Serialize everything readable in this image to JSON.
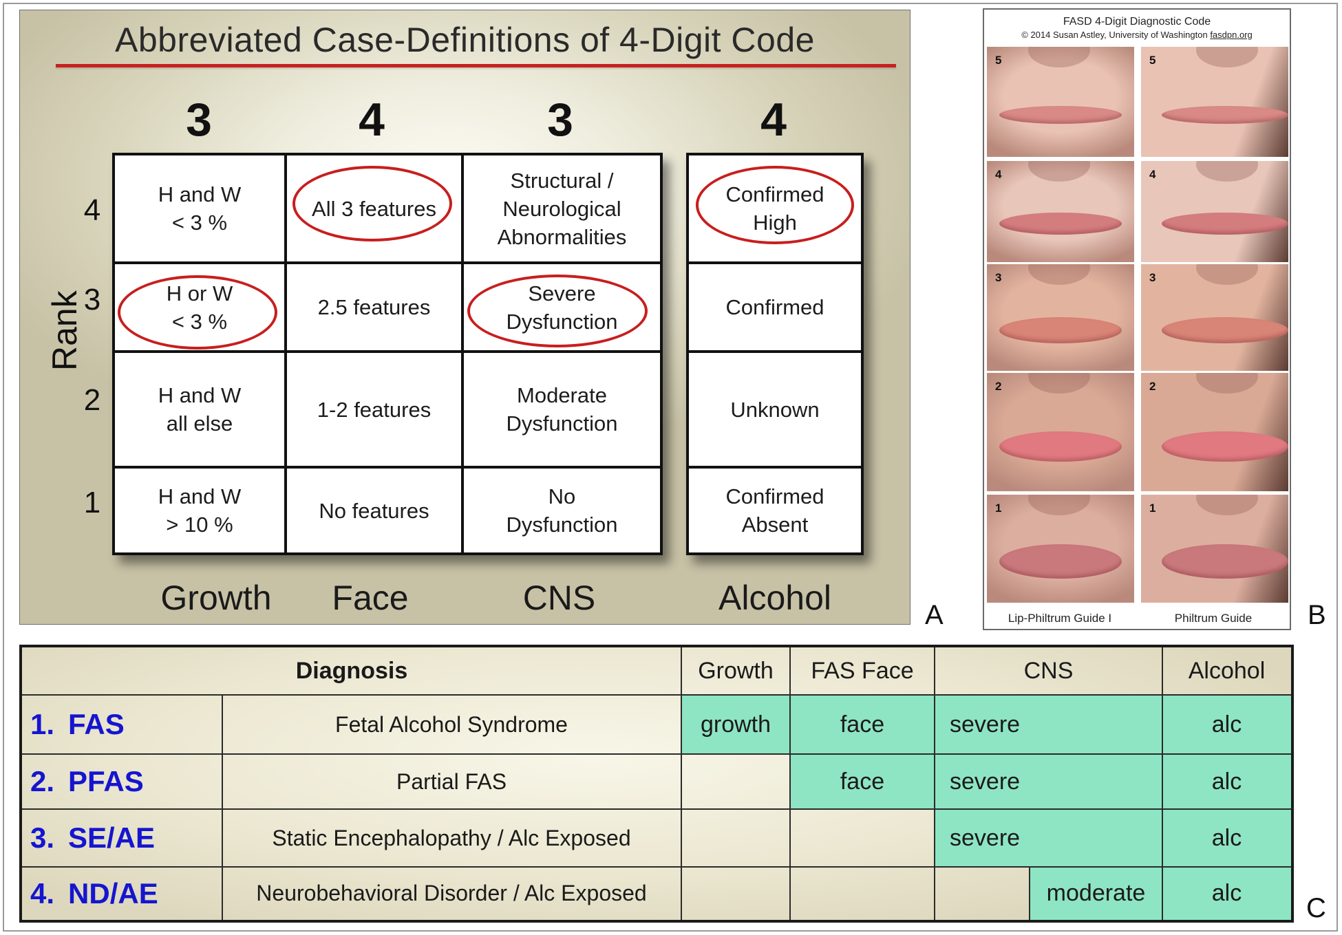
{
  "panelA": {
    "title": "Abbreviated Case-Definitions of 4-Digit Code",
    "digits": [
      "3",
      "4",
      "3",
      "4"
    ],
    "rank_label": "Rank",
    "ranks": [
      "4",
      "3",
      "2",
      "1"
    ],
    "columns": [
      "Growth",
      "Face",
      "CNS",
      "Alcohol"
    ],
    "grid": {
      "growth": [
        "H and W\n< 3 %",
        "H or W\n< 3 %",
        "H and W\nall else",
        "H and W\n> 10 %"
      ],
      "face": [
        "All 3 features",
        "2.5 features",
        "1-2 features",
        "No features"
      ],
      "cns": [
        "Structural /\nNeurological\nAbnormalities",
        "Severe\nDysfunction",
        "Moderate\nDysfunction",
        "No\nDysfunction"
      ],
      "alcohol": [
        "Confirmed\nHigh",
        "Confirmed",
        "Unknown",
        "Confirmed\nAbsent"
      ]
    },
    "letter": "A"
  },
  "panelB": {
    "title": "FASD 4-Digit Diagnostic Code",
    "subtitle_prefix": "© 2014 Susan Astley, University of Washington ",
    "subtitle_link": "fasdpn.org",
    "ranks": [
      "5",
      "4",
      "3",
      "2",
      "1"
    ],
    "caption_left": "Lip-Philtrum Guide  I",
    "caption_right": "Philtrum Guide",
    "letter": "B"
  },
  "panelC": {
    "headers": [
      "Diagnosis",
      "Growth",
      "FAS Face",
      "CNS",
      "Alcohol"
    ],
    "rows": [
      {
        "num": "1.",
        "abbr": "FAS",
        "name": "Fetal Alcohol Syndrome",
        "growth": "growth",
        "face": "face",
        "cns": "severe",
        "alcohol": "alc"
      },
      {
        "num": "2.",
        "abbr": "PFAS",
        "name": "Partial FAS",
        "growth": "",
        "face": "face",
        "cns": "severe",
        "alcohol": "alc"
      },
      {
        "num": "3.",
        "abbr": "SE/AE",
        "name": "Static Encephalopathy / Alc Exposed",
        "growth": "",
        "face": "",
        "cns": "severe",
        "alcohol": "alc"
      },
      {
        "num": "4.",
        "abbr": "ND/AE",
        "name": "Neurobehavioral Disorder / Alc Exposed",
        "growth": "",
        "face": "",
        "cns": "moderate",
        "alcohol": "alc"
      }
    ],
    "letter": "C",
    "highlight_color": "#8ee5c3",
    "diagnosis_color": "#1515d0"
  }
}
